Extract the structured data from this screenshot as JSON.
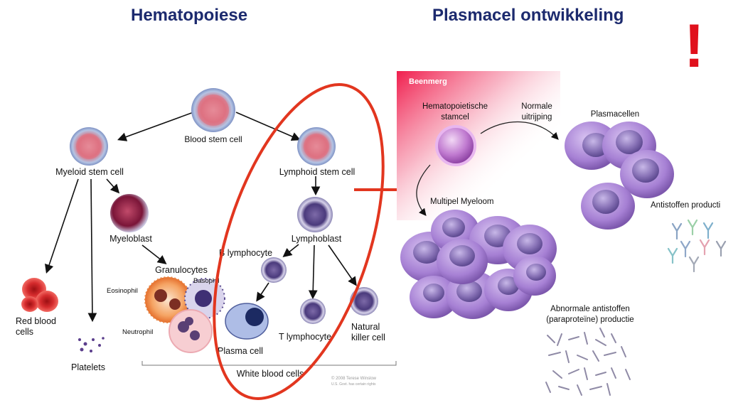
{
  "titles": {
    "left": "Hematopoiese",
    "right": "Plasmacel ontwikkeling",
    "mark": "!"
  },
  "colors": {
    "title": "#1c2a6e",
    "highlight": "#e2361f",
    "exclamation": "#e0111c",
    "plasma": "#b28ad8",
    "rbc": "#d8282a"
  },
  "hematopoiesis": {
    "blood_stem_cell": "Blood stem cell",
    "myeloid_stem_cell": "Myeloid stem cell",
    "lymphoid_stem_cell": "Lymphoid stem cell",
    "myeloblast": "Myeloblast",
    "lymphoblast": "Lymphoblast",
    "granulocytes": "Granulocytes",
    "eosinophil": "Eosinophil",
    "basophil": "Basophil",
    "neutrophil": "Neutrophil",
    "b_lymphocyte": "B lymphocyte",
    "red_blood_cells": [
      "Red blood",
      "cells"
    ],
    "platelets": "Platelets",
    "plasma_cell": "Plasma cell",
    "t_lymphocyte": "T lymphocyte",
    "natural_killer_cell": [
      "Natural",
      "killer cell"
    ],
    "white_blood_cells": "White blood cells",
    "copyright": [
      "© 2008 Terese Winslow",
      "U.S. Govt. has certain rights"
    ]
  },
  "plasma_development": {
    "region": "Beenmerg",
    "stem_cell": [
      "Hematopoietische",
      "stamcel"
    ],
    "normal": [
      "Normale",
      "uitrijping"
    ],
    "plasma_cells": "Plasmacellen",
    "antibody_production": "Antistoffen producti",
    "multiple_myeloma": "Multipel Myeloom",
    "abnormal": [
      "Abnormale antistoffen",
      "(paraproteïne) productie"
    ]
  }
}
